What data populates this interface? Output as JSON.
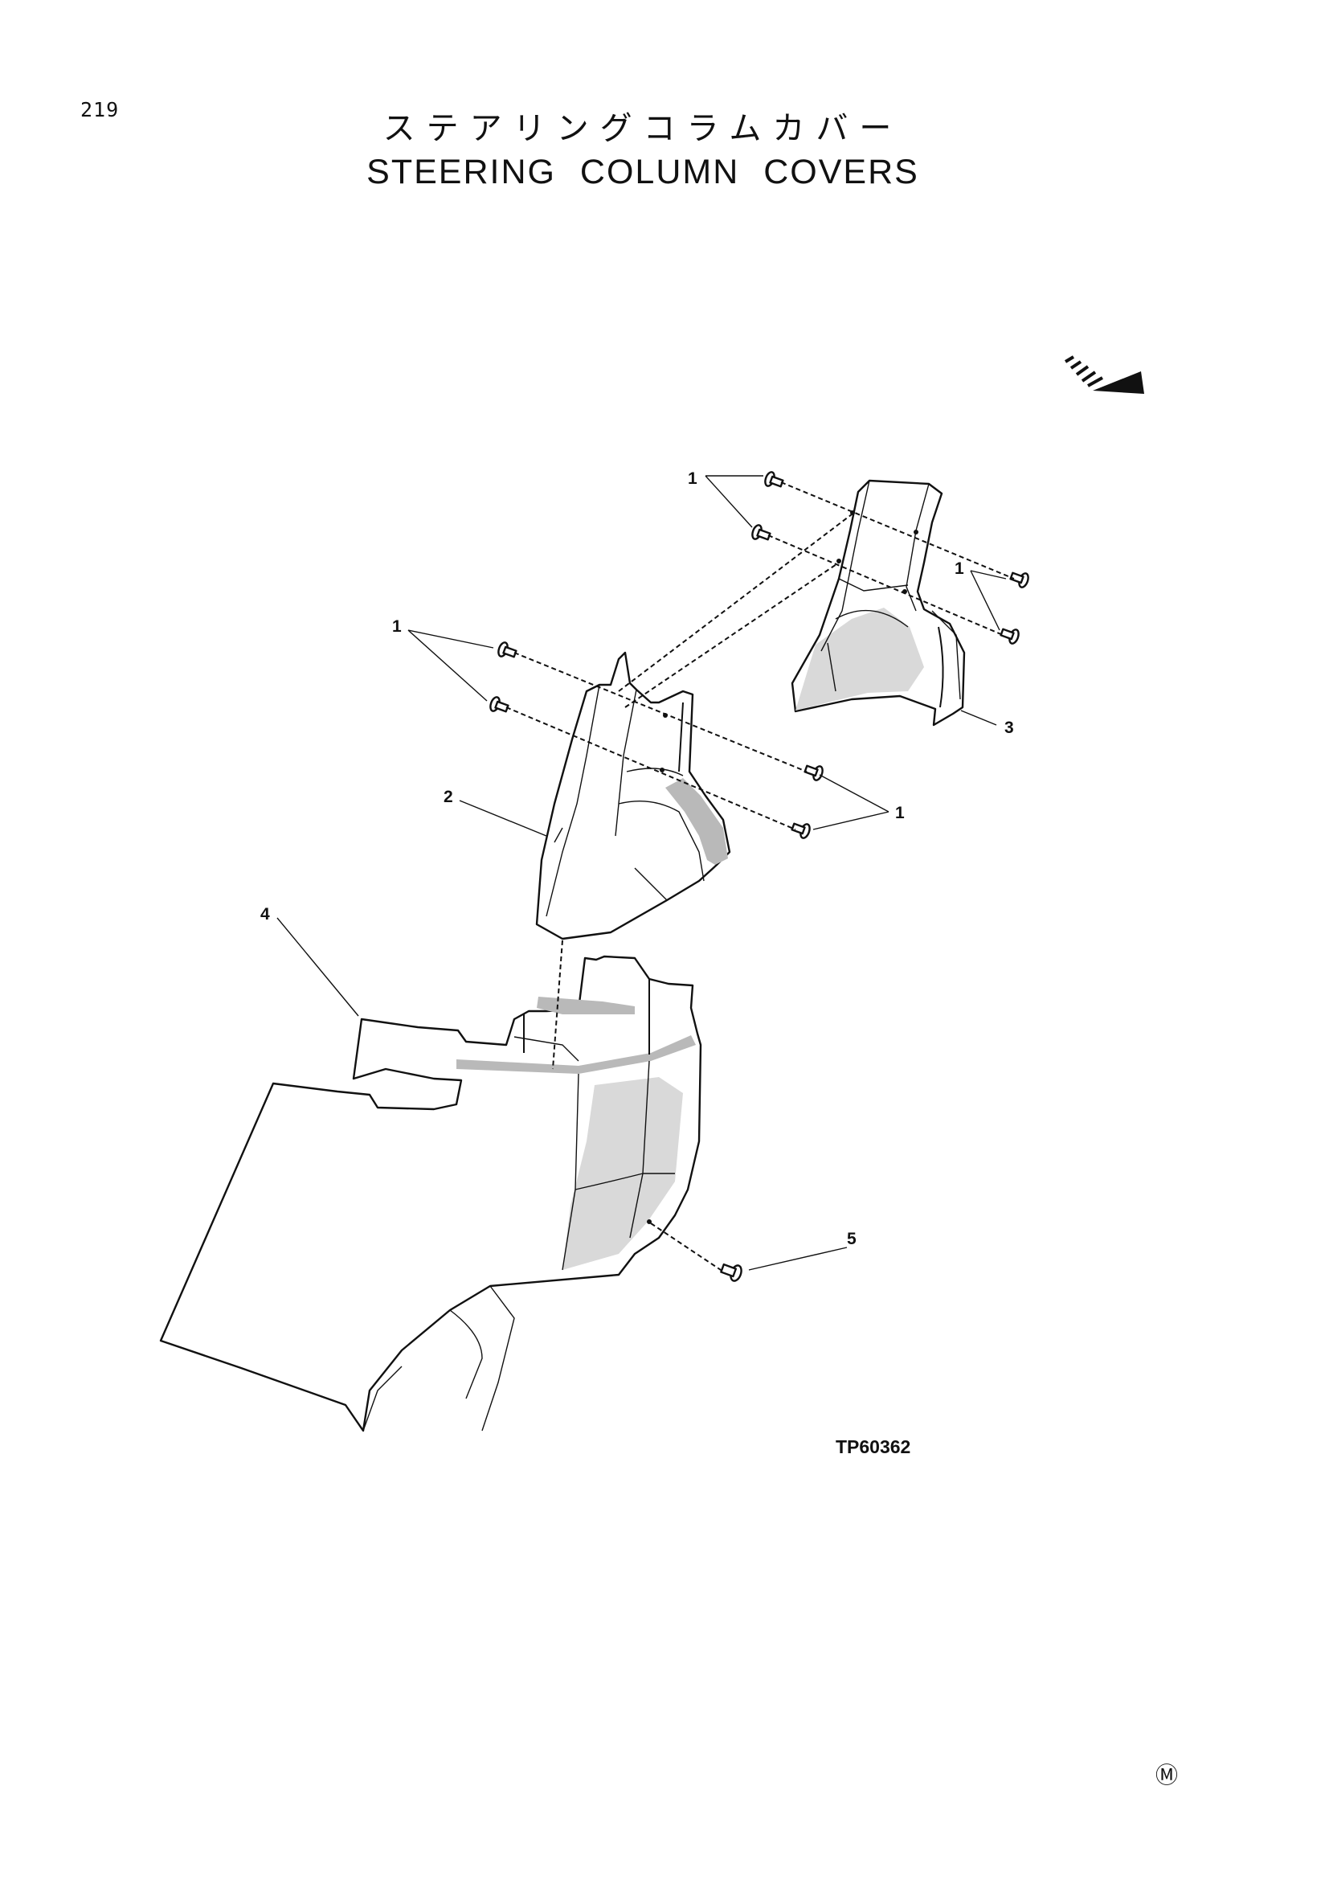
{
  "page": {
    "number": "219",
    "title_jp": "ステアリングコラムカバー",
    "title_en": "STEERING COLUMN COVERS"
  },
  "figure": {
    "code": "TP60362",
    "corner_mark": "Ⓜ",
    "callouts": {
      "c1a": "1",
      "c1b": "1",
      "c1c": "1",
      "c1d": "1",
      "c2": "2",
      "c3": "3",
      "c4": "4",
      "c5": "5"
    }
  },
  "icons": {
    "direction": "front-direction-arrow-icon"
  },
  "colors": {
    "ink": "#111111",
    "paper": "#ffffff",
    "shade": "#b9b9b9"
  }
}
